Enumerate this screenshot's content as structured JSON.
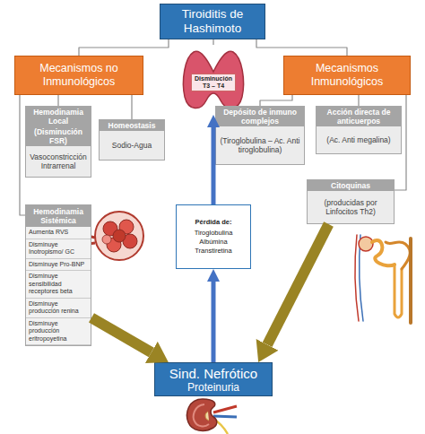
{
  "diagram": {
    "nodes": [
      {
        "text": [
          "Tiroiditis de Hashimoto"
        ]
      },
      {
        "text": [
          "Disminución T3 – T4"
        ]
      },
      {
        "text": [
          "Mecanismos no Inmunológicos"
        ]
      },
      {
        "text": [
          "Mecanismos Inmunológicos"
        ]
      },
      {
        "text": [
          "Hemodinamia Local",
          "(Disminución FSR)",
          "Vasoconstricción Intrarrenal"
        ]
      },
      {
        "text": [
          "Homeostasis",
          "Sodio-Agua"
        ]
      },
      {
        "text": [
          "Depósito de inmuno complejos",
          "(Tiroglobulina – Ac. Anti tiroglobulina)"
        ]
      },
      {
        "text": [
          "Acción directa de anticuerpos",
          "(Ac. Anti megalina)"
        ]
      },
      {
        "text": [
          "Hemodinamia Sistémica",
          "Aumenta RVS",
          "Disminuye Inotropismo/ GC",
          "Disminuye Pro-BNP",
          "Disminuye sensibilidad receptores beta",
          "Disminuye producción renina",
          "Disminuye producción eritropoyetina"
        ]
      },
      {
        "text": [
          "Pérdida de:",
          "Tiroglobulina",
          "Albúmina",
          "Transtiretina"
        ]
      },
      {
        "text": [
          "Citoquinas",
          "(producidas por Linfocitos Th2)"
        ]
      },
      {
        "text": [
          "Sind. Nefrótico",
          "Proteinuria"
        ]
      }
    ],
    "edges": [
      {
        "from": 0,
        "to": 1,
        "arrow": "none"
      },
      {
        "from": 0,
        "to": 2,
        "arrow": "none"
      },
      {
        "from": 0,
        "to": 3,
        "arrow": "none"
      },
      {
        "from": 2,
        "to": 4,
        "arrow": "none"
      },
      {
        "from": 2,
        "to": 5,
        "arrow": "none"
      },
      {
        "from": 2,
        "to": 8,
        "arrow": "none"
      },
      {
        "from": 3,
        "to": 6,
        "arrow": "none"
      },
      {
        "from": 3,
        "to": 7,
        "arrow": "none"
      },
      {
        "from": 3,
        "to": 10,
        "arrow": "none"
      },
      {
        "from": 9,
        "to": 1,
        "arrow": "to"
      },
      {
        "from": 11,
        "to": 9,
        "arrow": "to"
      },
      {
        "from": 8,
        "to": 11,
        "arrow": "to"
      },
      {
        "from": 10,
        "to": 11,
        "arrow": "to"
      }
    ]
  }
}
